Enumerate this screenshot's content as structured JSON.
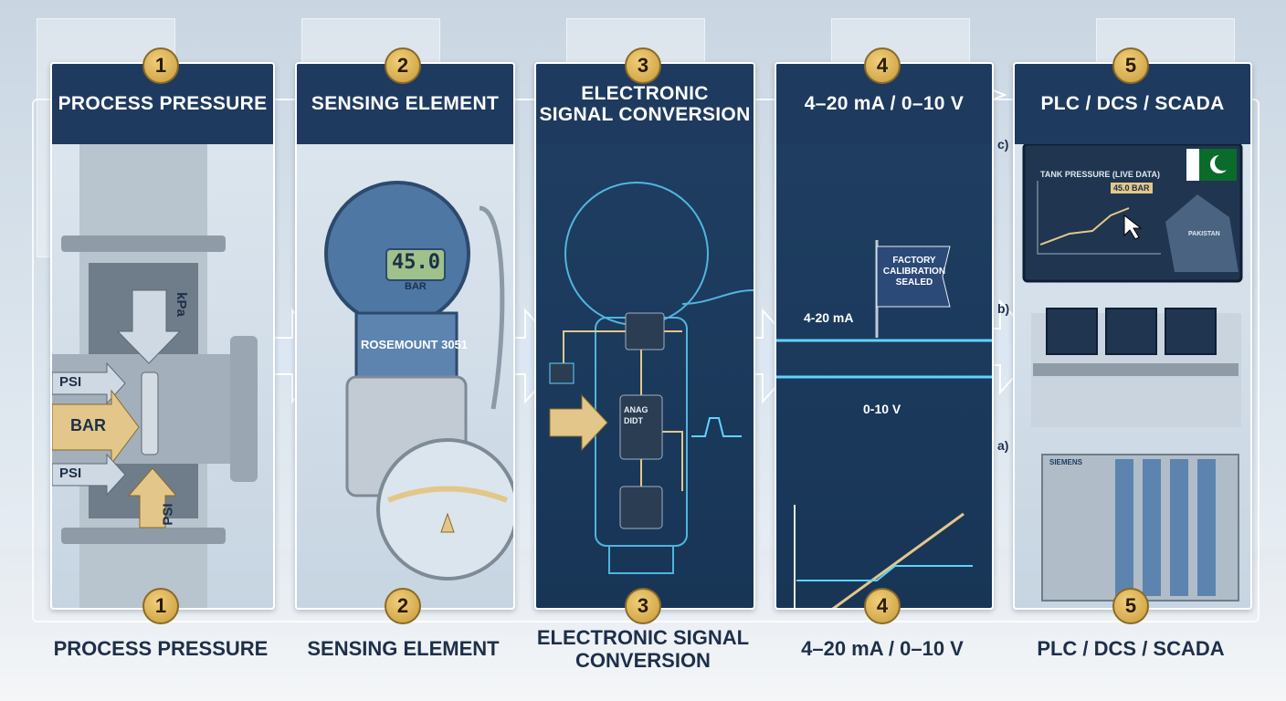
{
  "stages": [
    {
      "number": "1",
      "title": "PROCESS PRESSURE",
      "caption": "PROCESS PRESSURE"
    },
    {
      "number": "2",
      "title": "SENSING ELEMENT",
      "caption": "SENSING ELEMENT"
    },
    {
      "number": "3",
      "title_lines": [
        "ELECTRONIC",
        "SIGNAL CONVERSION"
      ],
      "caption_lines": [
        "ELECTRONIC SIGNAL",
        "CONVERSION"
      ]
    },
    {
      "number": "4",
      "title": "4–20 mA / 0–10 V",
      "caption": "4–20 mA / 0–10 V"
    },
    {
      "number": "5",
      "title": "PLC / DCS / SCADA",
      "caption": "PLC / DCS / SCADA"
    }
  ],
  "pipe_labels": {
    "kpa": "kPa",
    "psi_top": "PSI",
    "bar": "BAR",
    "psi_bottom": "PSI",
    "psi_vertical": "PSI"
  },
  "transmitter": {
    "display_value": "45.0",
    "display_unit": "BAR",
    "brand": "ROSEMOUNT 3051"
  },
  "chip_label": "ANAG\nDIDT",
  "signals": {
    "current": "4-20 mA",
    "voltage": "0-10 V",
    "flag_lines": [
      "FACTORY",
      "CALIBRATION",
      "SEALED"
    ]
  },
  "monitor": {
    "title": "TANK PRESSURE (LIVE DATA)",
    "readout": "45.0 BAR",
    "map_label": "PAKISTAN"
  },
  "sublabels": {
    "c": "c)",
    "b": "b)",
    "a": "a)"
  },
  "plc_brand": "SIEMENS",
  "colors": {
    "navy": "#1e3a5f",
    "gold": "#c89a3c",
    "cyan": "#5fd4ff",
    "arrow": "#d8e6f2"
  }
}
